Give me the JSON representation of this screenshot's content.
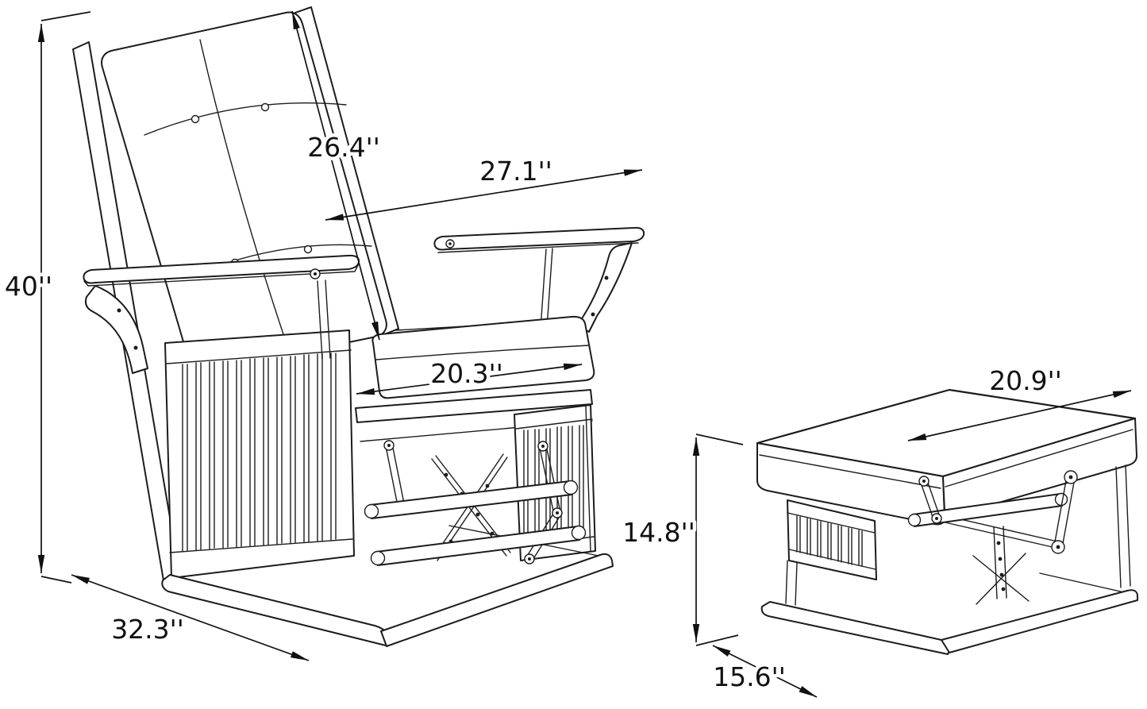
{
  "diagram": {
    "subject": "Glider rocking chair with gliding ottoman - dimension drawing",
    "units": "inches",
    "style": "technical line drawing"
  },
  "colors": {
    "background": "#ffffff",
    "line_art": "#1c1c1c",
    "dimension_lines": "#111111"
  },
  "chair": {
    "name": "glider-chair",
    "dimensions": {
      "overall_height": {
        "label": "40''"
      },
      "backrest_length": {
        "label": "26.4''"
      },
      "overall_width": {
        "label": "27.1''"
      },
      "seat_width": {
        "label": "20.3''"
      },
      "base_depth": {
        "label": "32.3''"
      }
    }
  },
  "ottoman": {
    "name": "glider-ottoman",
    "dimensions": {
      "top_width": {
        "label": "20.9''"
      },
      "overall_height": {
        "label": "14.8''"
      },
      "base_depth": {
        "label": "15.6''"
      }
    }
  }
}
